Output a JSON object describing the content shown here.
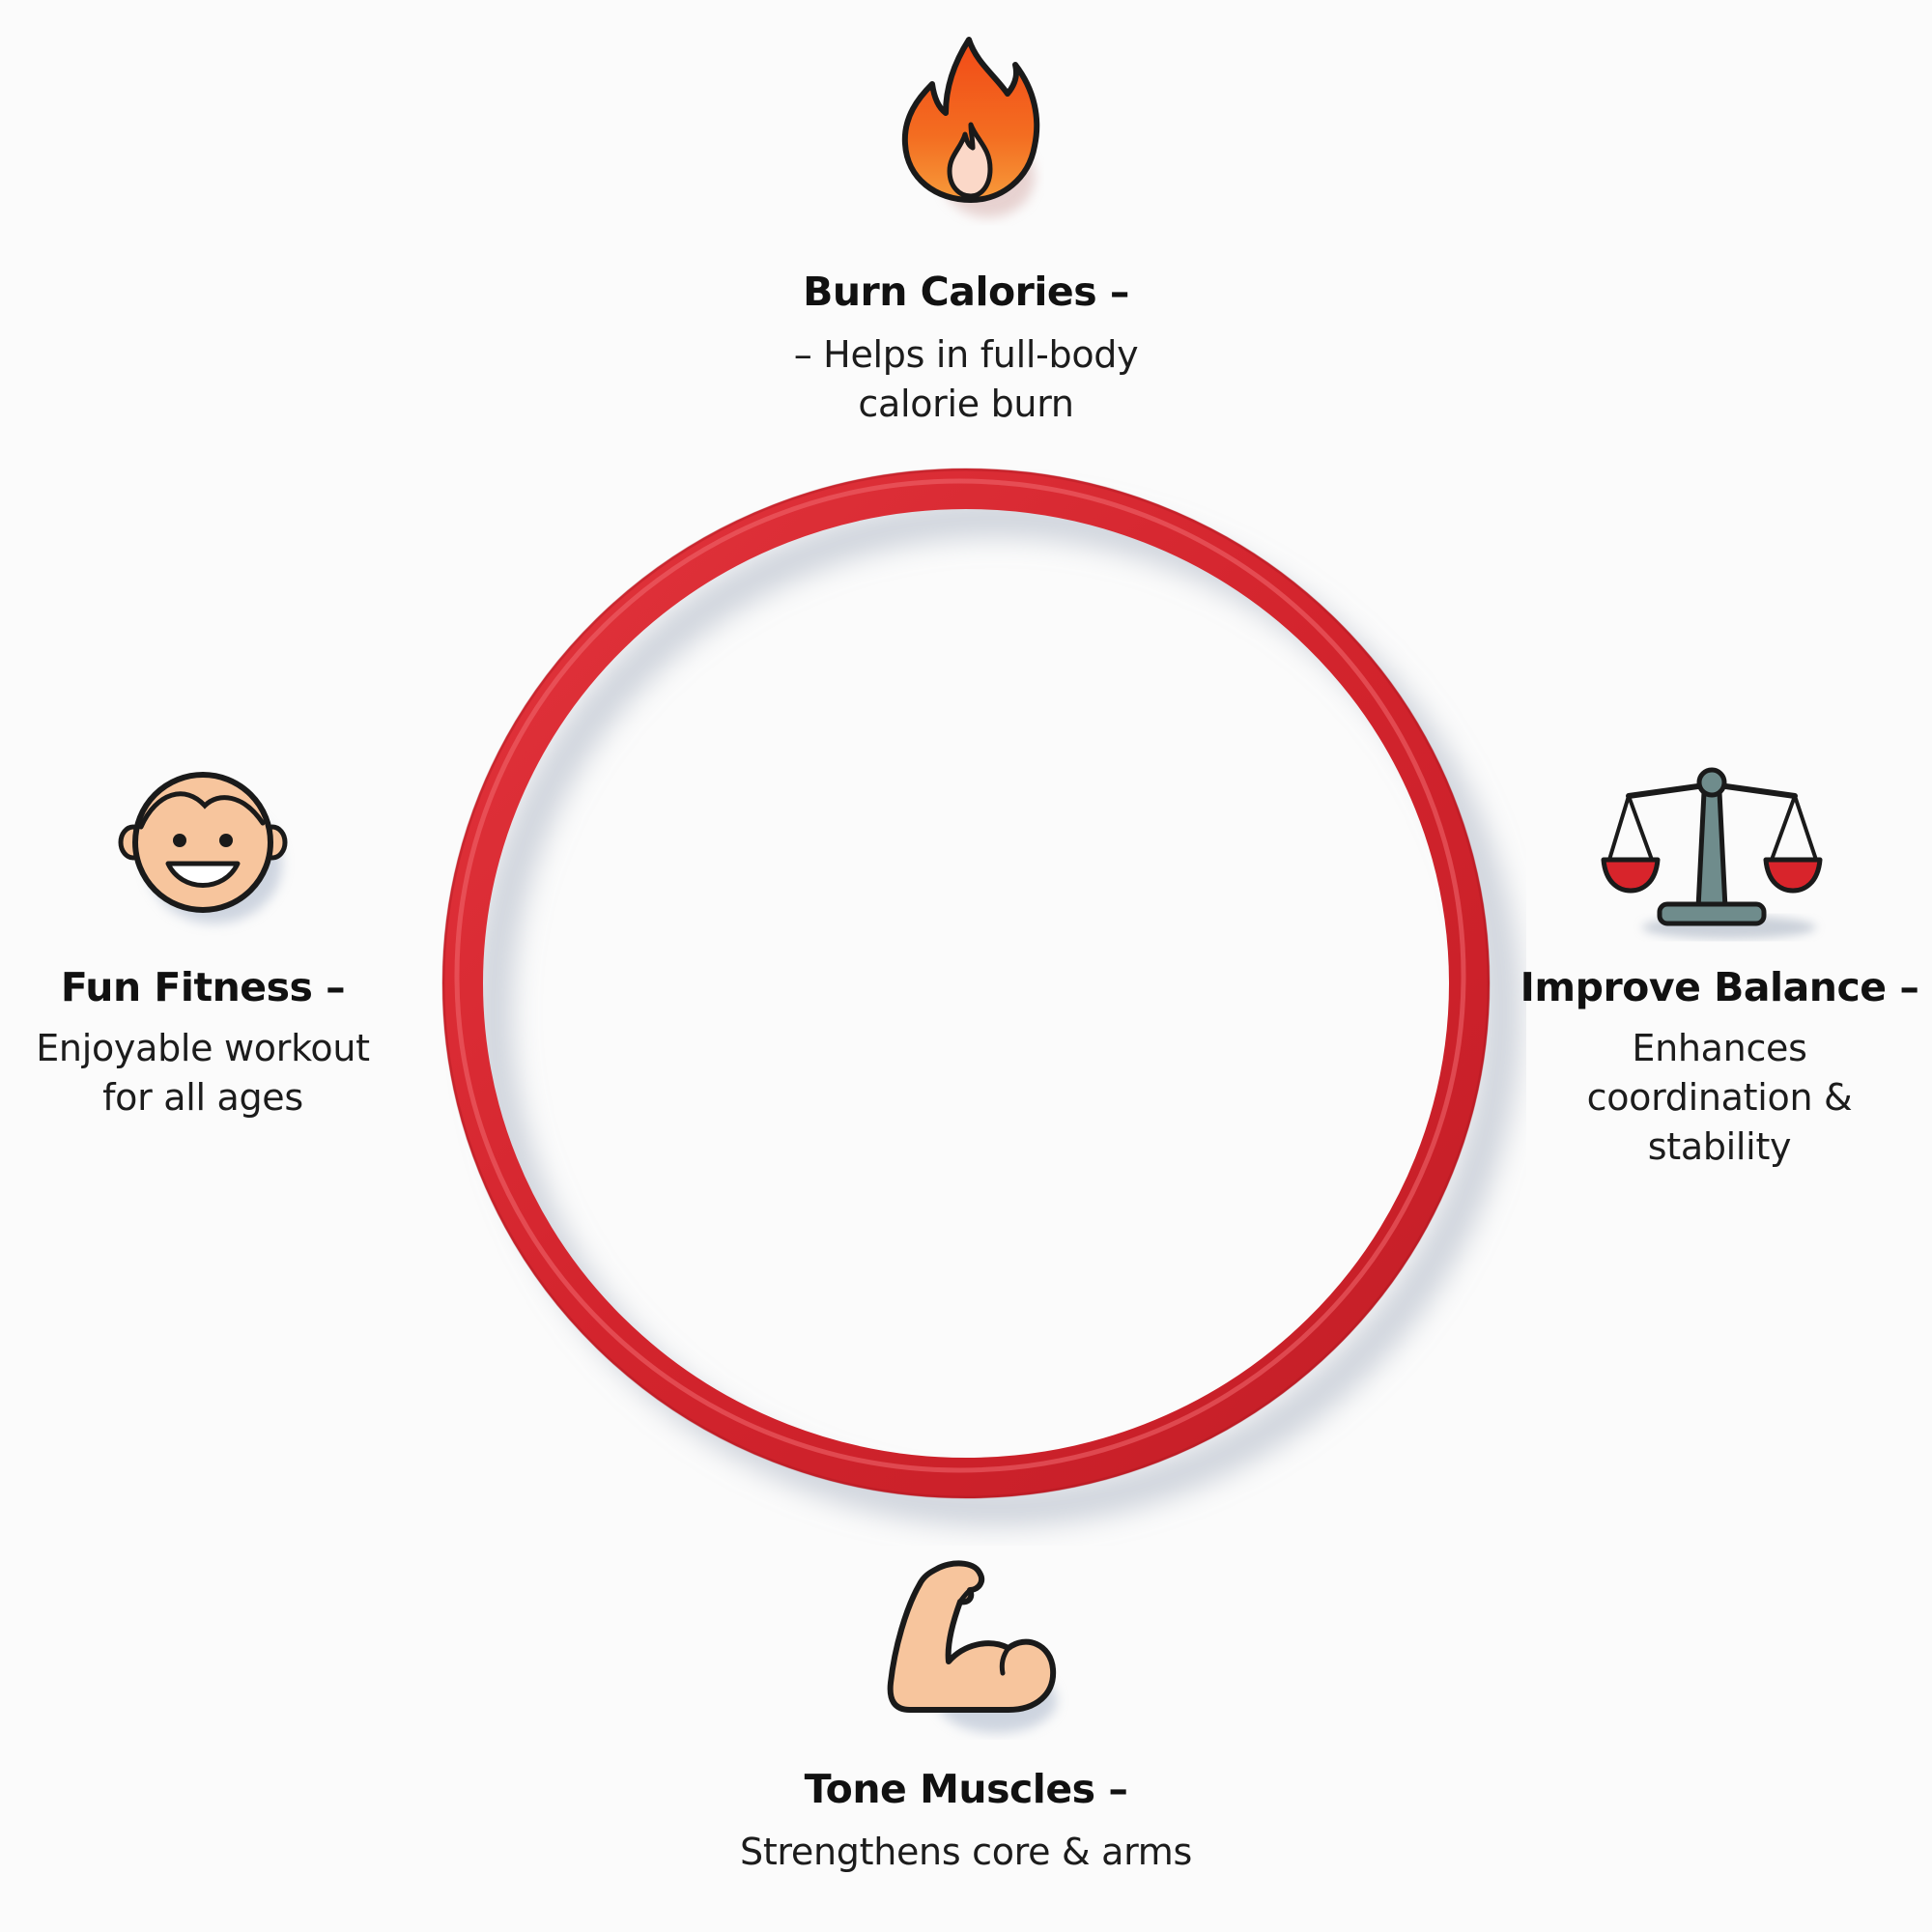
{
  "diagram": {
    "hoop_color": "#d72a33",
    "benefits": [
      {
        "id": "burn-calories",
        "icon": "flame-icon",
        "title": "Burn Calories –",
        "description": "– Helps in full-body\ncalorie burn"
      },
      {
        "id": "fun-fitness",
        "icon": "smiley-face-icon",
        "title": "Fun Fitness –",
        "description": "Enjoyable workout\nfor all ages"
      },
      {
        "id": "improve-balance",
        "icon": "balance-scale-icon",
        "title": "Improve Balance –",
        "description": "Enhances\ncoordination &\nstability"
      },
      {
        "id": "tone-muscles",
        "icon": "flexed-arm-icon",
        "title": "Tone Muscles –",
        "description": "Strengthens core & arms"
      }
    ]
  }
}
